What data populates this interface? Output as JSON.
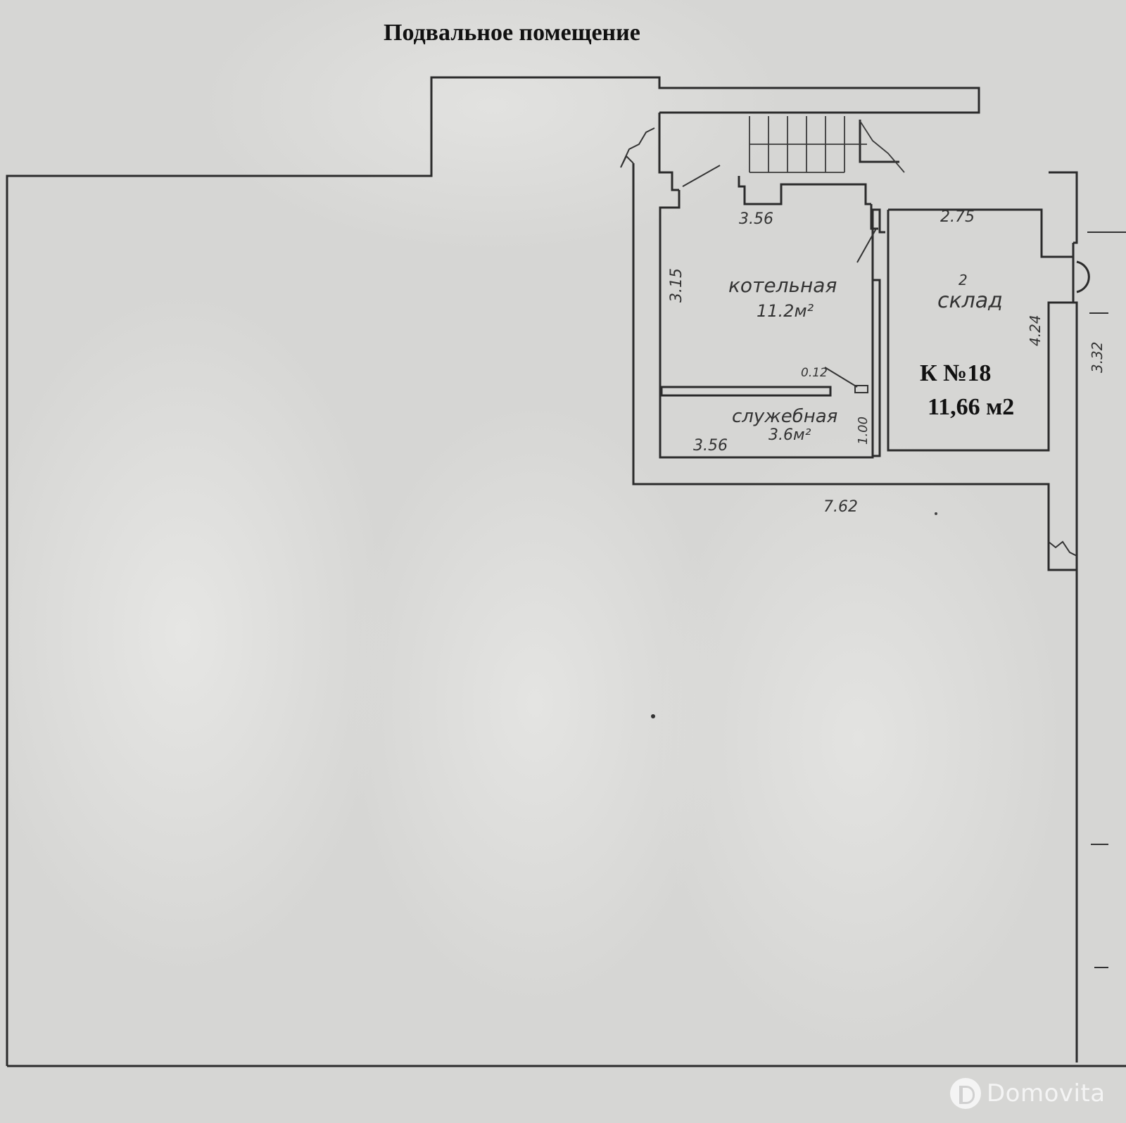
{
  "title": "Подвальное помещение",
  "unit": {
    "number": "К №18",
    "area": "11,66 м2"
  },
  "rooms": {
    "boiler": {
      "name": "котельная",
      "area": "11.2м²"
    },
    "storage": {
      "number": "2",
      "name": "склад"
    },
    "service": {
      "name": "служебная",
      "area": "3.6м²"
    }
  },
  "dimensions": {
    "boiler_width_top": "3.56",
    "storage_width_top": "2.75",
    "boiler_height": "3.15",
    "storage_height": "4.24",
    "partition": "0.12",
    "service_height": "1.00",
    "service_width": "3.56",
    "total_width": "7.62",
    "outer_right": "3.32"
  },
  "watermark": "Domovita",
  "colors": {
    "paper": "#d6d6d4",
    "ink": "#2b2b2b",
    "label": "#111111"
  }
}
